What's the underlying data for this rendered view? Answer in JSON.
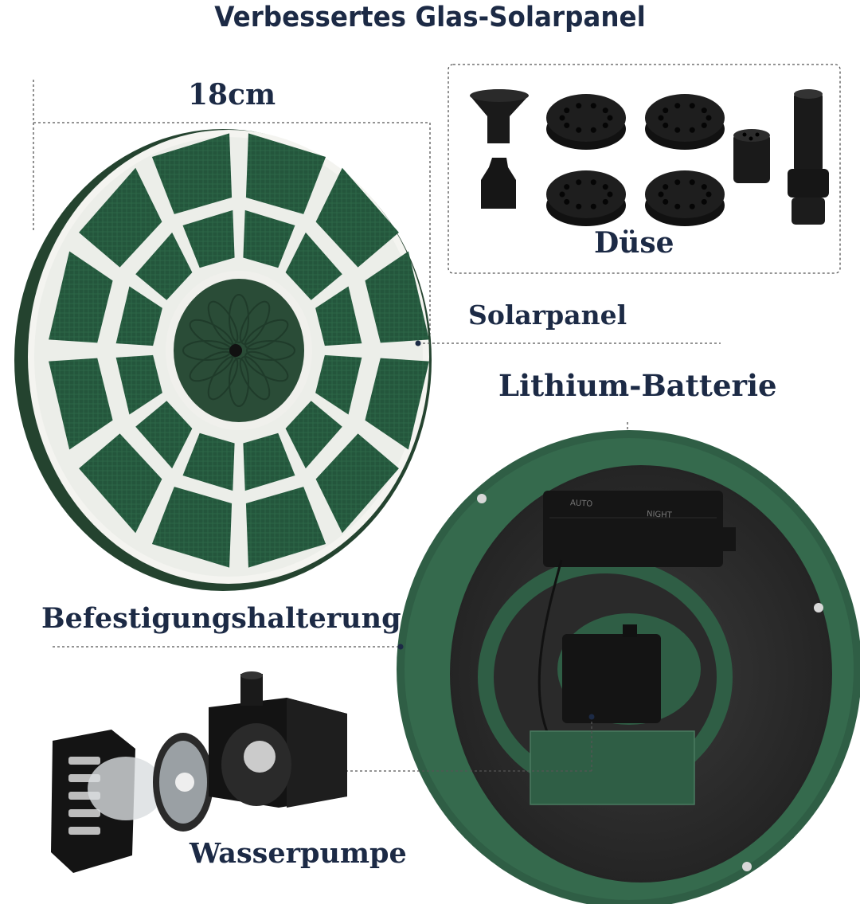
{
  "title": "Verbessertes Glas-Solarpanel",
  "dimension_label": "18cm",
  "parts": {
    "nozzle_label": "Düse",
    "solar_panel_label": "Solarpanel",
    "battery_label": "Lithium-Batterie",
    "mount_label": "Befestigungshalterung",
    "pump_label": "Wasserpumpe"
  },
  "battery_box": {
    "mode_auto": "AUTO",
    "mode_night": "NIGHT"
  },
  "colors": {
    "text": "#1c2a45",
    "panel_green": "#24563c",
    "housing_green": "#2f5e45",
    "foam": "#2b2b2b"
  }
}
